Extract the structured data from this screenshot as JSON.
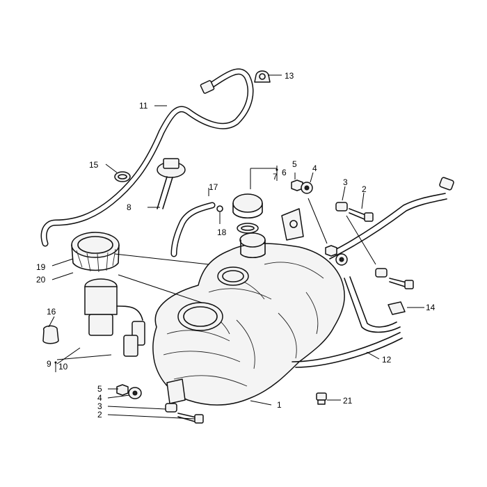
{
  "callouts": {
    "c1": "1",
    "c2a": "2",
    "c2b": "2",
    "c3a": "3",
    "c3b": "3",
    "c4a": "4",
    "c4b": "4",
    "c5a": "5",
    "c5b": "5",
    "c6": "6",
    "c7": "7",
    "c8": "8",
    "c9": "9",
    "c10": "10",
    "c11": "11",
    "c12": "12",
    "c13": "13",
    "c14": "14",
    "c15": "15",
    "c16": "16",
    "c17": "17",
    "c18": "18",
    "c19": "19",
    "c20": "20",
    "c21": "21"
  }
}
